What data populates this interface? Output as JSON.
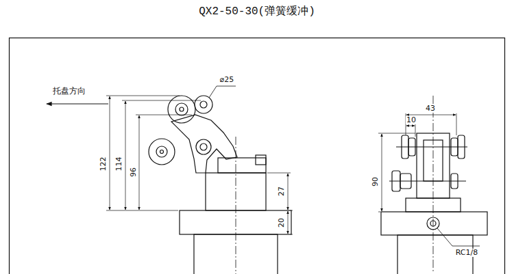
{
  "diagram": {
    "title": "QX2-50-30(弹簧缓冲)",
    "labels": [
      "托盘方向",
      "⌀25",
      "122",
      "114",
      "96",
      "27",
      "20",
      "43",
      "10",
      "90",
      "RC1/8"
    ]
  }
}
